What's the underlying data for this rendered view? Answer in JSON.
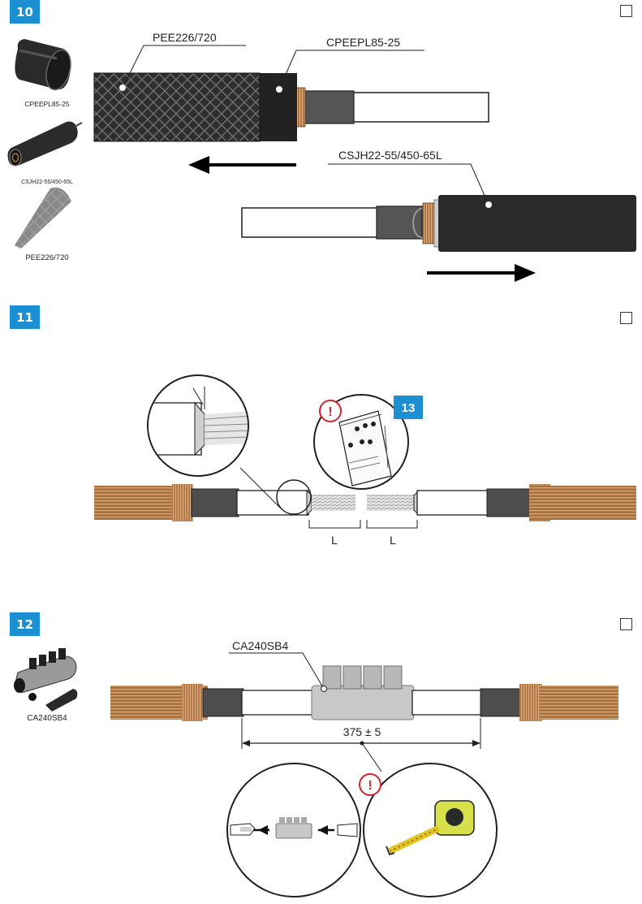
{
  "steps": [
    {
      "number": "10",
      "parts": [
        "CPEEPL85-25",
        "CSJH22-55/450-65L",
        "PEE226/720"
      ],
      "callouts": [
        "PEE226/720",
        "CPEEPL85-25",
        "CSJH22-55/450-65L"
      ]
    },
    {
      "number": "11",
      "reference_step": "13",
      "warning_symbol": "!",
      "dimension_labels": [
        "L",
        "L"
      ]
    },
    {
      "number": "12",
      "parts": [
        "CA240SB4"
      ],
      "callouts": [
        "CA240SB4"
      ],
      "dimension": "375 ± 5",
      "warning_symbol": "!"
    }
  ],
  "colors": {
    "step_badge": "#1b8fd2",
    "warning": "#d2232a",
    "insulation": "#ffffff",
    "semicon": "#4d4d4d",
    "copper": "#b07848",
    "dark_tube": "#2b2b2b"
  },
  "icons": [
    "tube-icon",
    "sleeve-icon",
    "mesh-icon",
    "connector-icon",
    "manual-icon",
    "tape-measure-icon",
    "warning-icon",
    "arrow-left-icon",
    "arrow-right-icon"
  ]
}
